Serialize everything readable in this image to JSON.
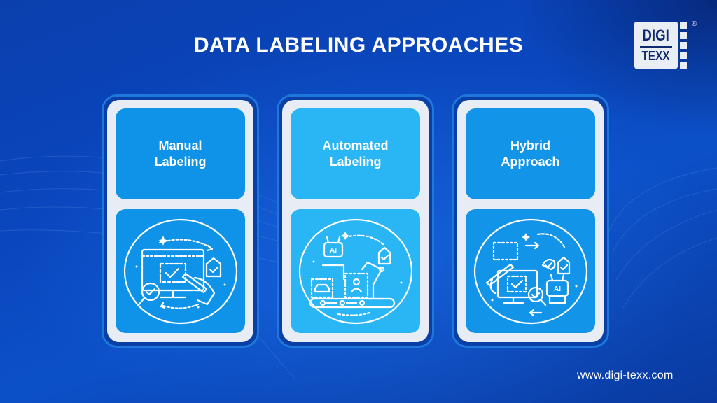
{
  "title": "DATA LABELING APPROACHES",
  "logo": {
    "line1": "DIGI",
    "line2": "TEXX",
    "registered": "®"
  },
  "cards": [
    {
      "label_line1": "Manual",
      "label_line2": "Labeling",
      "panel_color": "#0f93e8",
      "illustration": "monitor-hand-pen-checkmark-magnifier-tag-icon"
    },
    {
      "label_line1": "Automated",
      "label_line2": "Labeling",
      "panel_color": "#2ab5f5",
      "illustration": "ai-robot-arm-conveyor-car-person-tag-icon"
    },
    {
      "label_line1": "Hybrid",
      "label_line2": "Approach",
      "panel_color": "#1294e8",
      "illustration": "hand-pen-monitor-ai-robot-magnifier-tag-icon"
    }
  ],
  "footer": {
    "url": "www.digi-texx.com"
  },
  "colors": {
    "background": "#0a46bd",
    "card_border": "#1e78dc",
    "card_fill": "#e8edf5",
    "logo_navy": "#0f2a6e",
    "text": "#ffffff"
  }
}
